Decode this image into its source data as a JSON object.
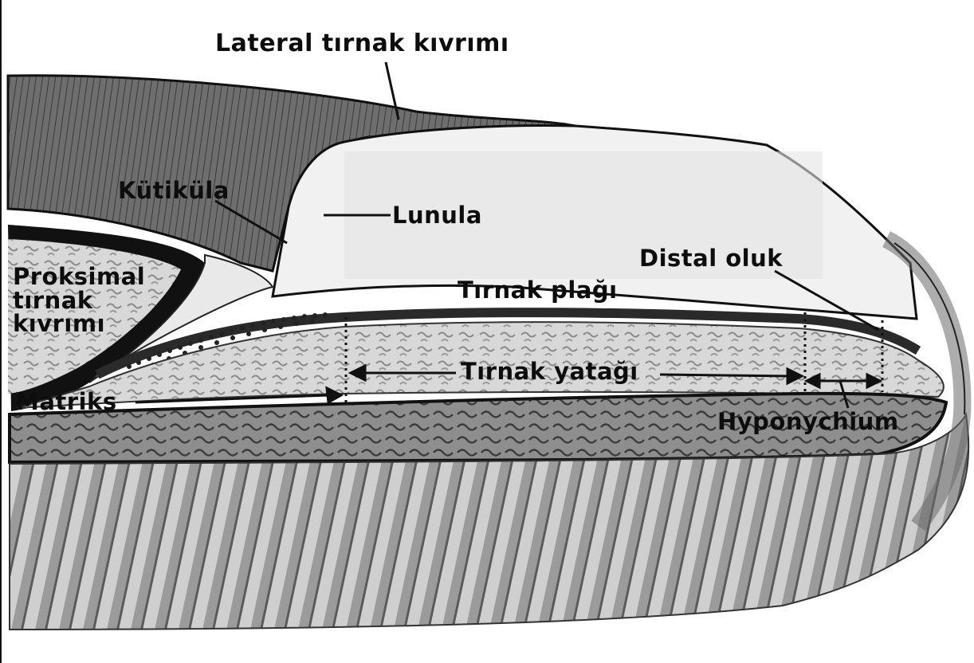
{
  "diagram": {
    "labels": {
      "lateral_nail_fold": "Lateral tırnak kıvrımı",
      "cuticle": "Kütiküla",
      "lunula": "Lunula",
      "distal_groove": "Distal oluk",
      "proximal_nail_fold_line1": "Proksimal",
      "proximal_nail_fold_line2": "tırnak",
      "proximal_nail_fold_line3": "kıvrımı",
      "nail_plate": "Tırnak plağı",
      "nail_bed": "Tırnak yatağı",
      "matrix": "Matriks",
      "hyponychium": "Hyponychium"
    }
  }
}
